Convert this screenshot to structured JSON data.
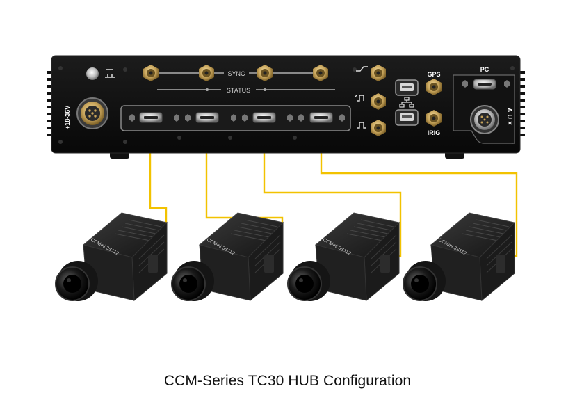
{
  "device": {
    "voltage_label": "+18-36V",
    "sync_label": "SYNC",
    "status_label": "STATUS",
    "gps_label": "GPS",
    "irig_label": "IRIG",
    "pc_label": "PC",
    "aux_label": "AUX"
  },
  "cameras": [
    {
      "label": "CCMini 3S112"
    },
    {
      "label": "CCMini 3S112"
    },
    {
      "label": "CCMini 3S112"
    },
    {
      "label": "CCMini 3S112"
    }
  ],
  "colors": {
    "cable": "#f2c200",
    "chassis": "#0e0e0e",
    "brass": "#c6a35a"
  },
  "caption": "CCM-Series TC30 HUB Configuration"
}
